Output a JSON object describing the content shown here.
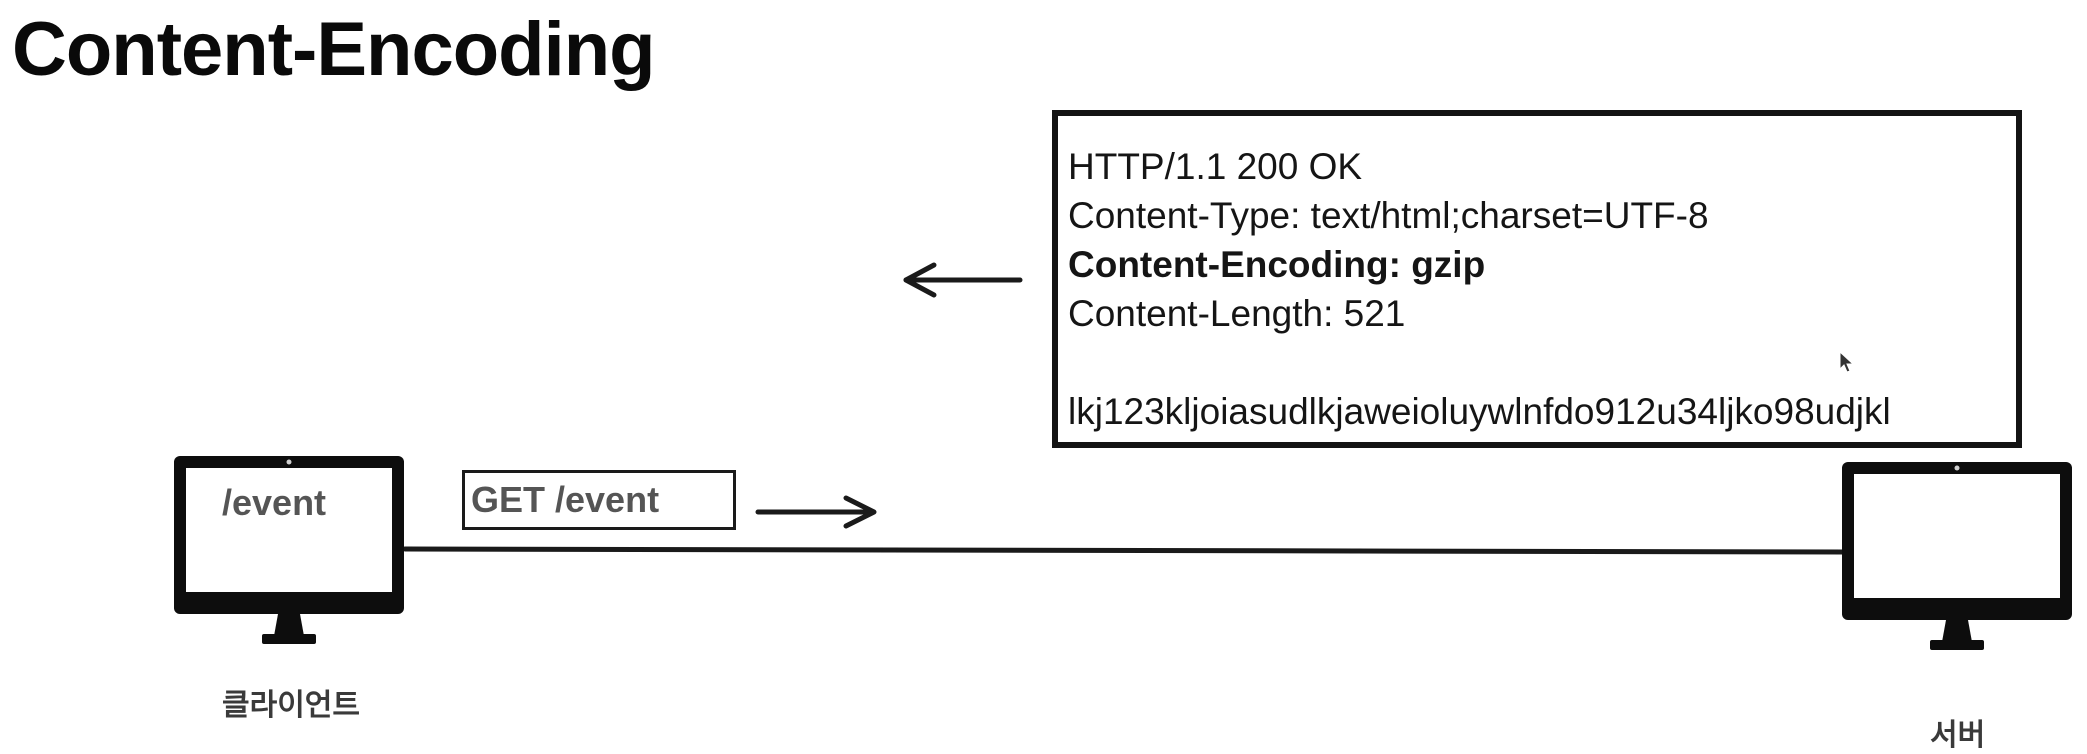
{
  "title": "Content-Encoding",
  "response": {
    "lines": [
      {
        "text": "HTTP/1.1 200 OK",
        "bold": false
      },
      {
        "text": "Content-Type: text/html;charset=UTF-8",
        "bold": false
      },
      {
        "text": "Content-Encoding: gzip",
        "bold": true
      },
      {
        "text": "Content-Length: 521",
        "bold": false
      },
      {
        "text": "",
        "bold": false
      },
      {
        "text": "lkj123kljoiasudlkjaweioluywlnfdo912u34ljko98udjkl",
        "bold": false
      }
    ]
  },
  "request": {
    "label": "GET /event"
  },
  "client": {
    "screen_text": "/event",
    "caption": "클라이언트"
  },
  "server": {
    "caption": "서버"
  }
}
